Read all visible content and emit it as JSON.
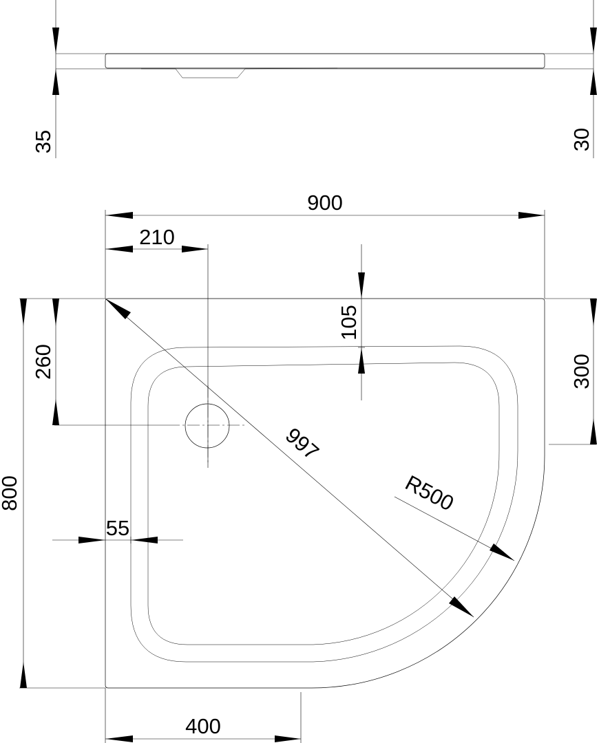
{
  "drawing": {
    "title": "Quarter-circle shower tray technical drawing",
    "side_view": {
      "left_height": "35",
      "right_height": "30"
    },
    "plan_view": {
      "overall_width": "900",
      "drain_offset_x": "210",
      "inner_offset_top": "105",
      "drain_offset_y": "260",
      "straight_side_right": "300",
      "diagonal": "997",
      "radius": "R500",
      "overall_depth": "800",
      "rim_width": "55",
      "straight_side_bottom": "400"
    }
  }
}
